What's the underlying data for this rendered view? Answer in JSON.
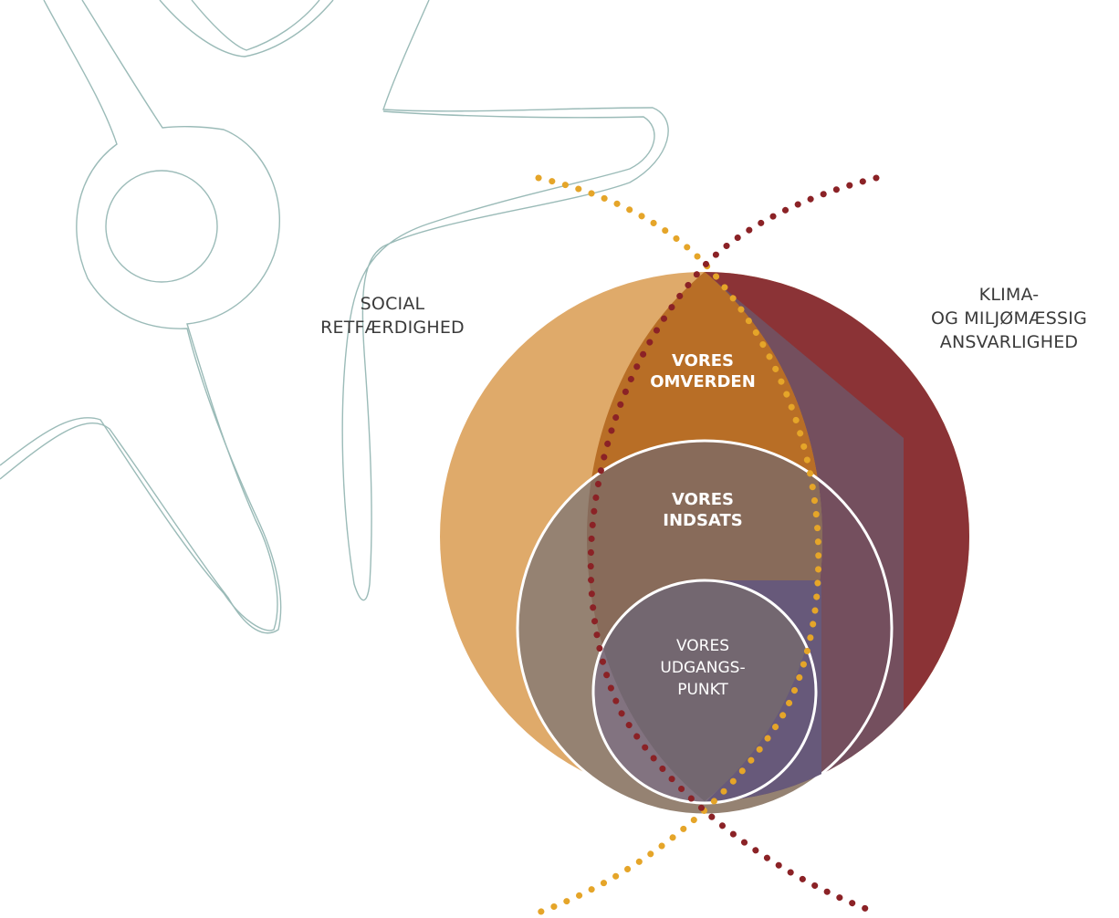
{
  "labels": {
    "social": [
      "SOCIAL",
      "RETFÆRDIGHED"
    ],
    "climate": [
      "KLIMA-",
      "OG MILJØMÆSSIG",
      "ANSVARLIGHED"
    ],
    "omverden": [
      "VORES",
      "OMVERDEN"
    ],
    "indsats": [
      "VORES",
      "INDSATS"
    ],
    "udgangspunkt": [
      "VORES",
      "UDGANGS-",
      "PUNKT"
    ]
  },
  "colors": {
    "social": "#dfaa6a",
    "climate": "#8b3336",
    "omverden": "#b86e26",
    "indsats": "#886b5a",
    "udgangspunkt": "#736770",
    "dots_gold": "#e5a529",
    "dots_red": "#8b2226",
    "decor_line": "#9bbbb8"
  },
  "icons": [
    "decorative-star-outline-icon"
  ]
}
